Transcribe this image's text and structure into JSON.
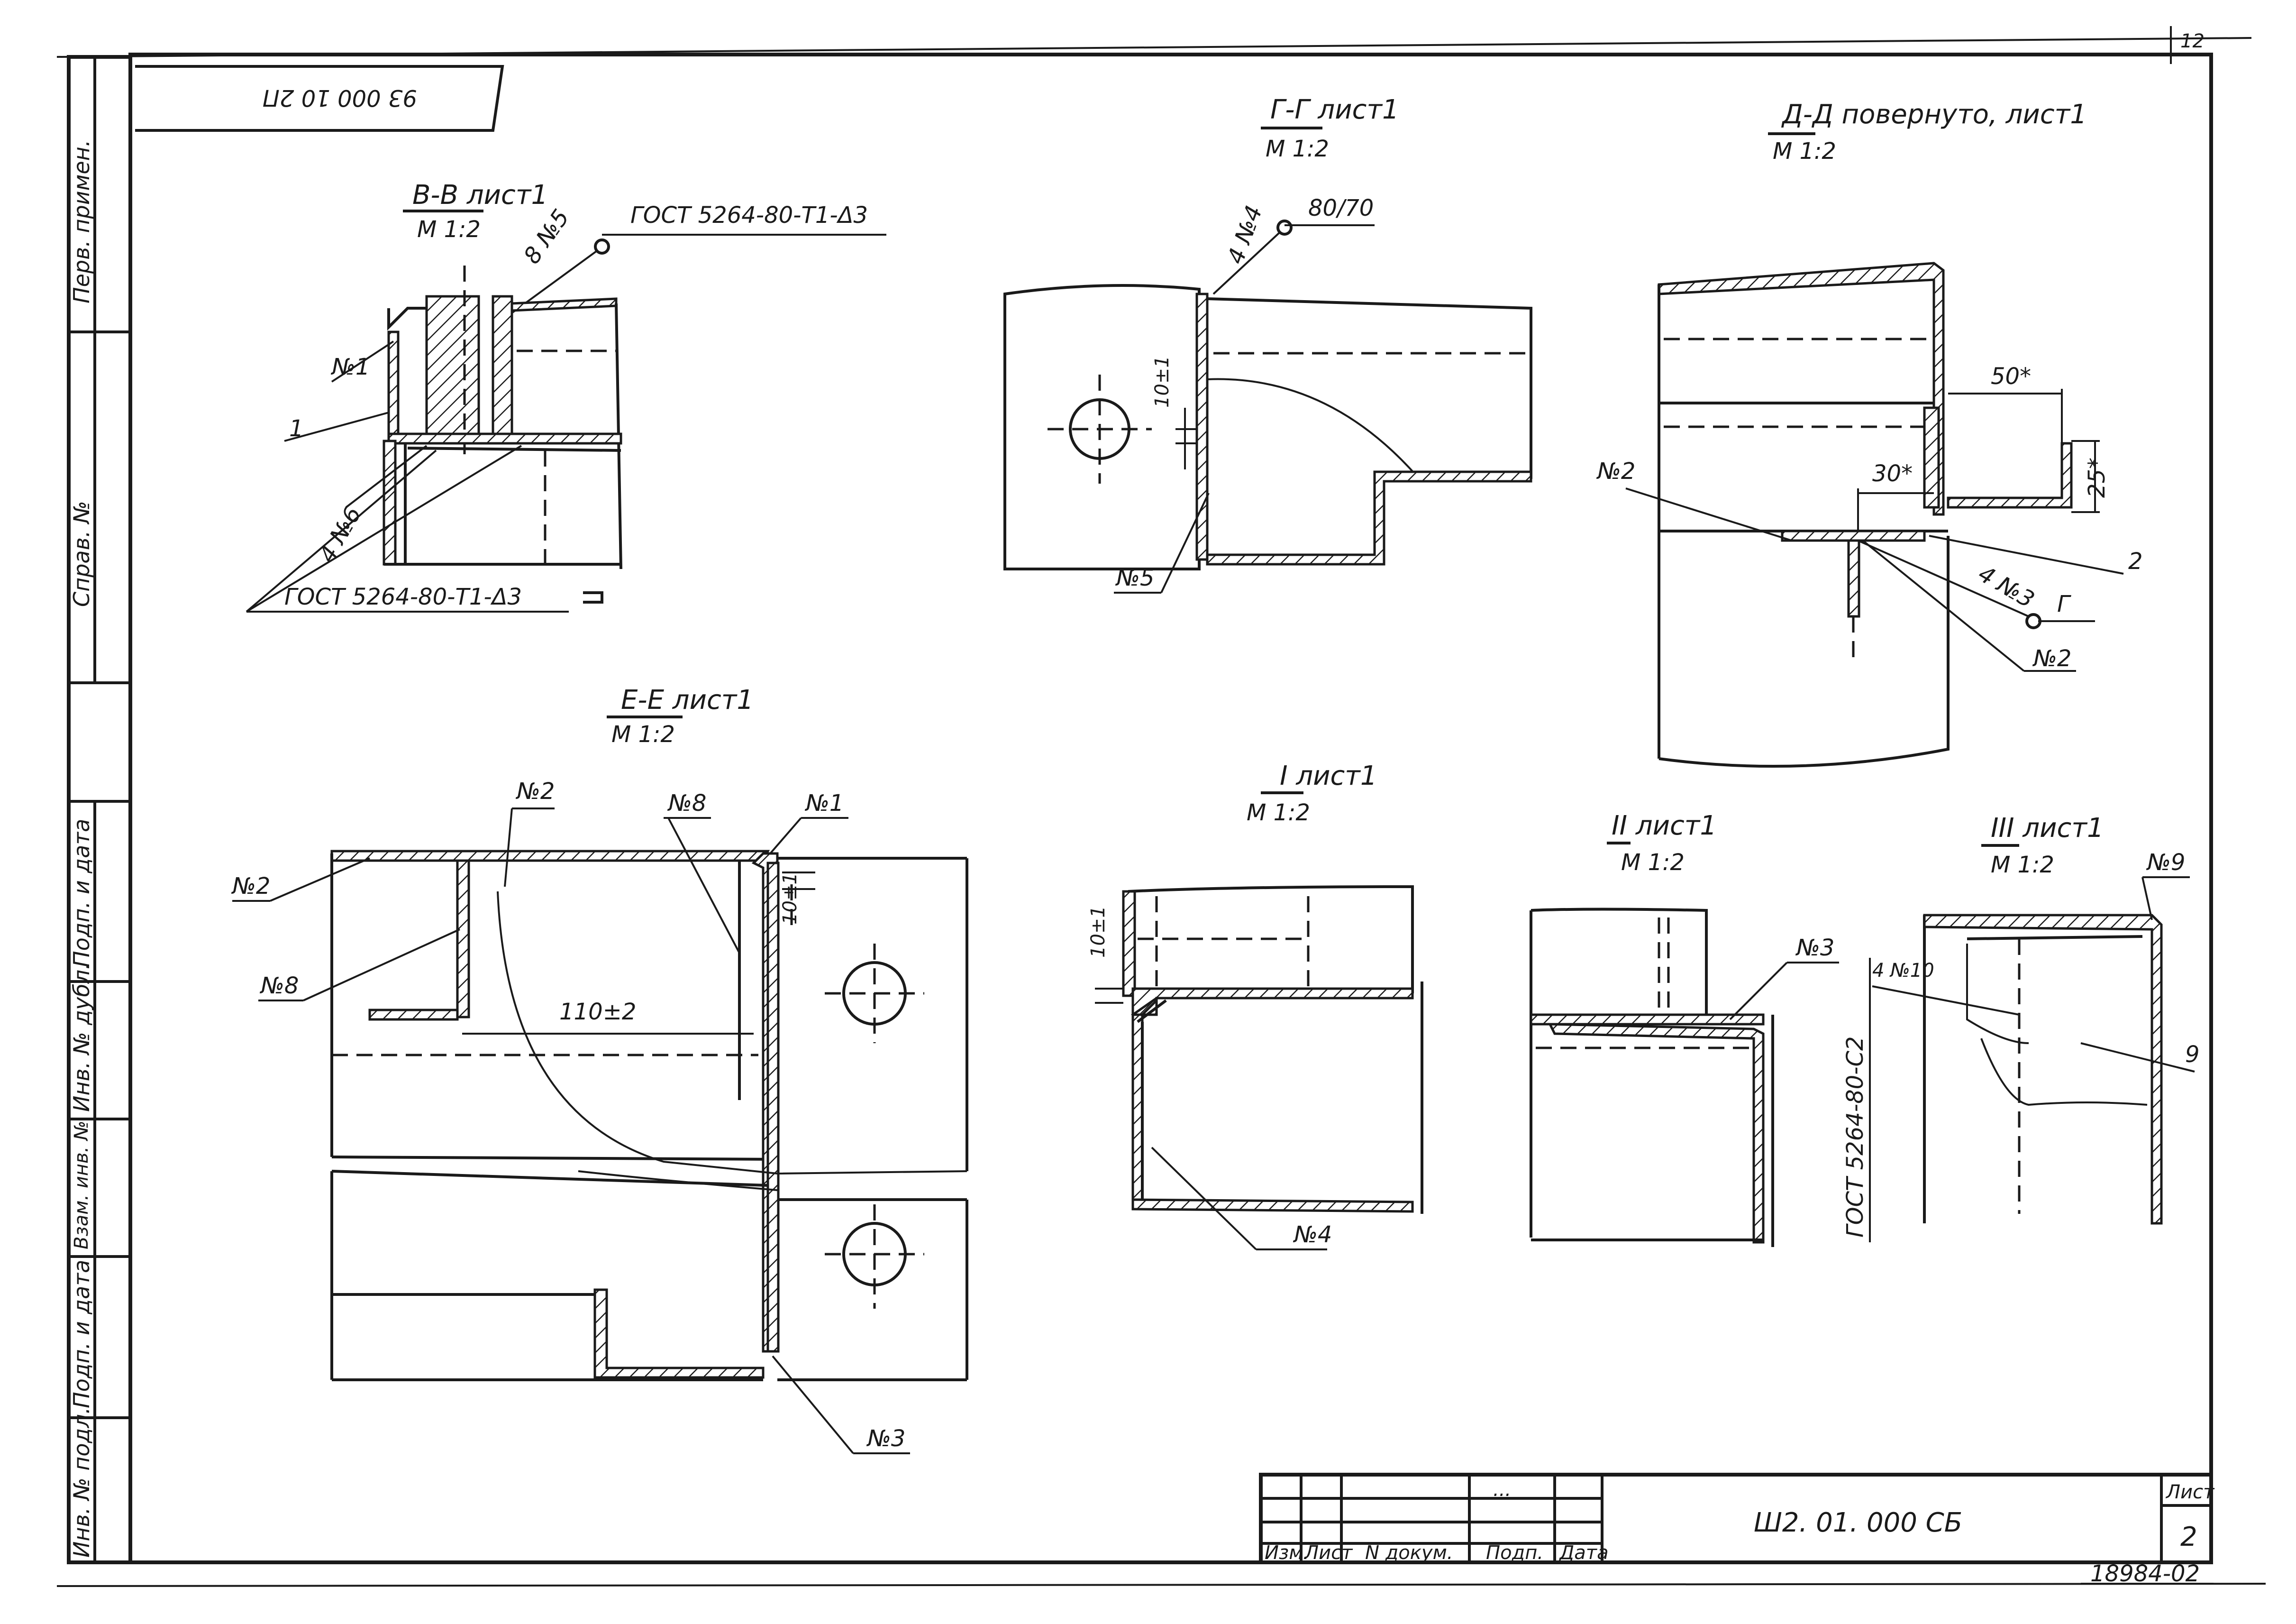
{
  "sheet": {
    "stamp_topleft": "93 000 10 2П",
    "corner_mark": "12"
  },
  "side_strip": {
    "perv_primen": "Перв. примен.",
    "sprav_no": "Справ. №",
    "podp_data_1": "Подп. и дата",
    "inv_no_dubl": "Инв. № дубл.",
    "vzam_inv": "Взам. инв. №",
    "podp_data_2": "Подп. и дата",
    "inv_no_podl": "Инв. № подл."
  },
  "views": {
    "bb": {
      "title": "В-В лист1",
      "scale": "М 1:2",
      "gost_top": "ГОСТ 5264-80-Т1-Δ3",
      "weld_top": "8 №5",
      "n1": "№1",
      "pos1": "1",
      "n6": "4 №6",
      "gost_bottom": "ГОСТ 5264-80-Т1-Δ3"
    },
    "gg": {
      "title": "Г-Г лист1",
      "scale": "М 1:2",
      "weld": "4 №4",
      "dim": "80/70",
      "gap": "10±1",
      "n5": "№5"
    },
    "dd": {
      "title": "Д-Д повернуто, лист1",
      "scale": "М 1:2",
      "dim50": "50*",
      "dim25": "25*",
      "dim30": "30*",
      "n2a": "№2",
      "n2b": "№2",
      "n3": "4 №3",
      "pos2": "2",
      "posG": "Г"
    },
    "ee": {
      "title": "Е-Е лист1",
      "scale": "М 1:2",
      "n2a": "№2",
      "n2b": "№2",
      "n8a": "№8",
      "n1": "№1",
      "n8b": "№8",
      "dim": "110±2",
      "gap": "10±1",
      "n3": "№3"
    },
    "v1": {
      "title": "I лист1",
      "scale": "М 1:2",
      "gap": "10±1",
      "n4": "№4"
    },
    "v2": {
      "title": "II лист1",
      "scale": "М 1:2",
      "n3": "№3"
    },
    "v3": {
      "title": "III лист1",
      "scale": "М 1:2",
      "n9": "№9",
      "n10": "4 №10",
      "pos9": "9",
      "gost": "ГОСТ 5264-80-С2"
    }
  },
  "title_block": {
    "col_izm": "Изм.",
    "col_list": "Лист",
    "col_ndokum": "N докум.",
    "col_podp": "Подп.",
    "col_data": "Дата",
    "dots": "...",
    "designation": "Ш2. 01. 000 СБ",
    "list_label": "Лист",
    "list_no": "2",
    "archive_no": "18984-02"
  }
}
